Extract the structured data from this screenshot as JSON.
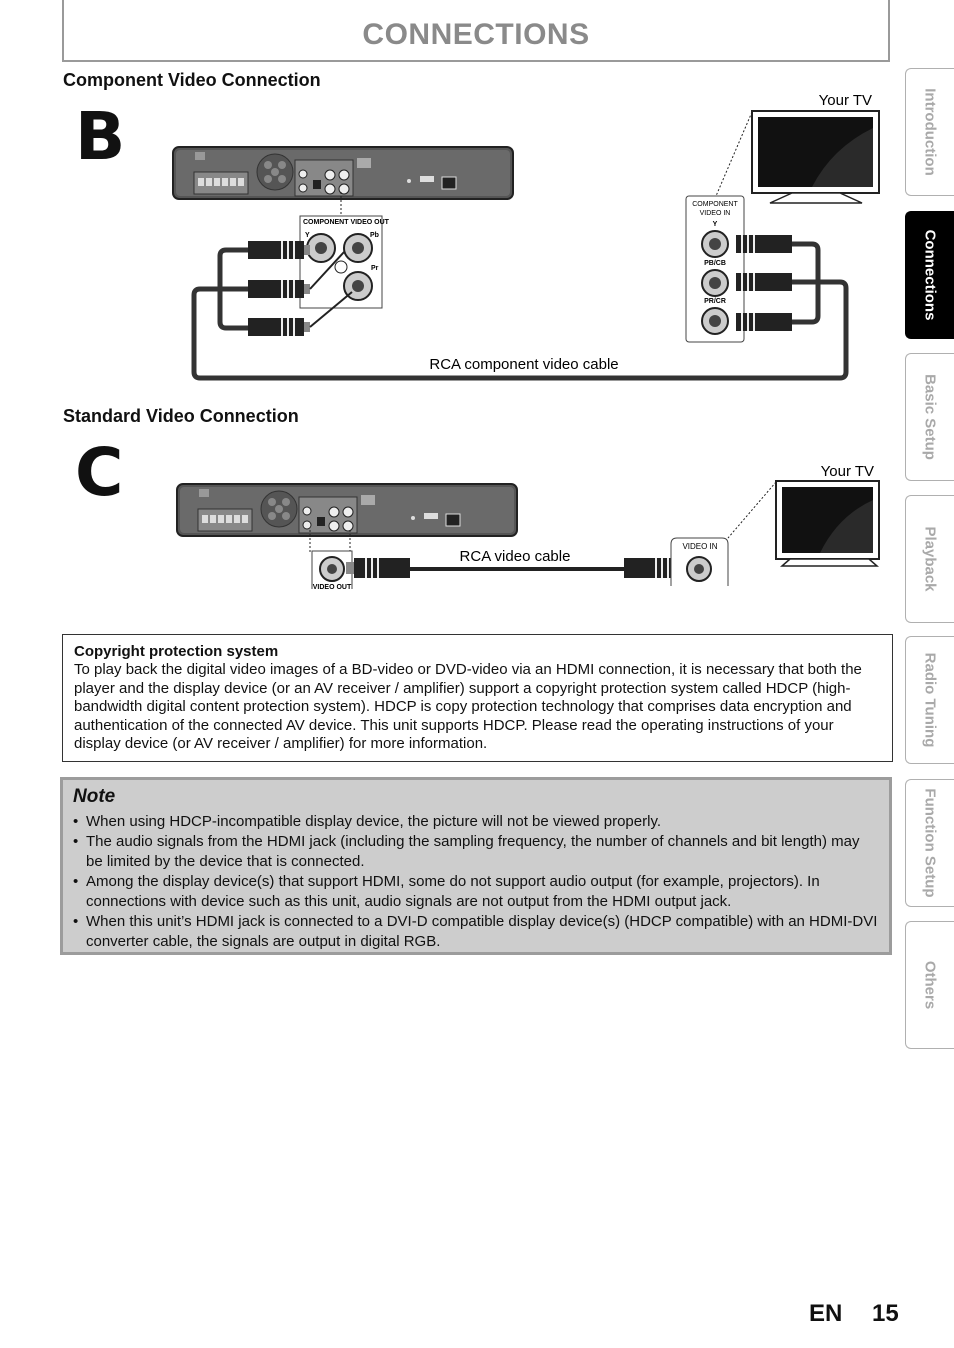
{
  "header": {
    "title": "CONNECTIONS"
  },
  "section_b": {
    "heading": "Component Video Connection",
    "letter": "B",
    "your_tv": "Your TV",
    "player_out_label": "COMPONENT VIDEO OUT",
    "out_y": "Y",
    "out_pb": "Pb",
    "out_pr": "Pr",
    "tv_in_label_1": "COMPONENT",
    "tv_in_label_2": "VIDEO IN",
    "in_y": "Y",
    "in_pb": "PB/CB",
    "in_pr": "PR/CR",
    "cable_label": "RCA component video cable"
  },
  "section_c": {
    "heading": "Standard Video Connection",
    "letter": "C",
    "your_tv": "Your TV",
    "player_out_label": "VIDEO OUT",
    "tv_in_label": "VIDEO IN",
    "cable_label": "RCA video cable"
  },
  "copyright": {
    "title": "Copyright protection system",
    "text": "To play back the digital video images of a BD-video or DVD-video via an HDMI connection, it is necessary that both the player and the display device (or an AV receiver / amplifier) support a copyright protection system called HDCP (high-bandwidth digital content protection system). HDCP is copy protection technology that comprises data encryption and authentication of the connected AV device. This unit supports HDCP. Please read the operating instructions of your display device (or AV receiver / amplifier) for more information."
  },
  "note": {
    "title": "Note",
    "items": [
      "When using HDCP-incompatible display device, the picture will not be viewed properly.",
      "The audio signals from the HDMI jack (including the sampling frequency, the number of channels and bit length) may be limited by the device that is connected.",
      "Among the display device(s) that support HDMI, some do not support audio output (for example, projectors). In connections with device such as this unit, audio signals are not output from the HDMI output jack.",
      "When this unit’s HDMI jack is connected to a DVI-D compatible display device(s) (HDCP compatible) with an HDMI-DVI  converter cable, the signals are output in digital RGB."
    ]
  },
  "sidebar": {
    "tabs": [
      "Introduction",
      "Connections",
      "Basic Setup",
      "Playback",
      "Radio Tuning",
      "Function Setup",
      "Others"
    ],
    "active": "Connections"
  },
  "footer": {
    "lang": "EN",
    "page": "15"
  }
}
